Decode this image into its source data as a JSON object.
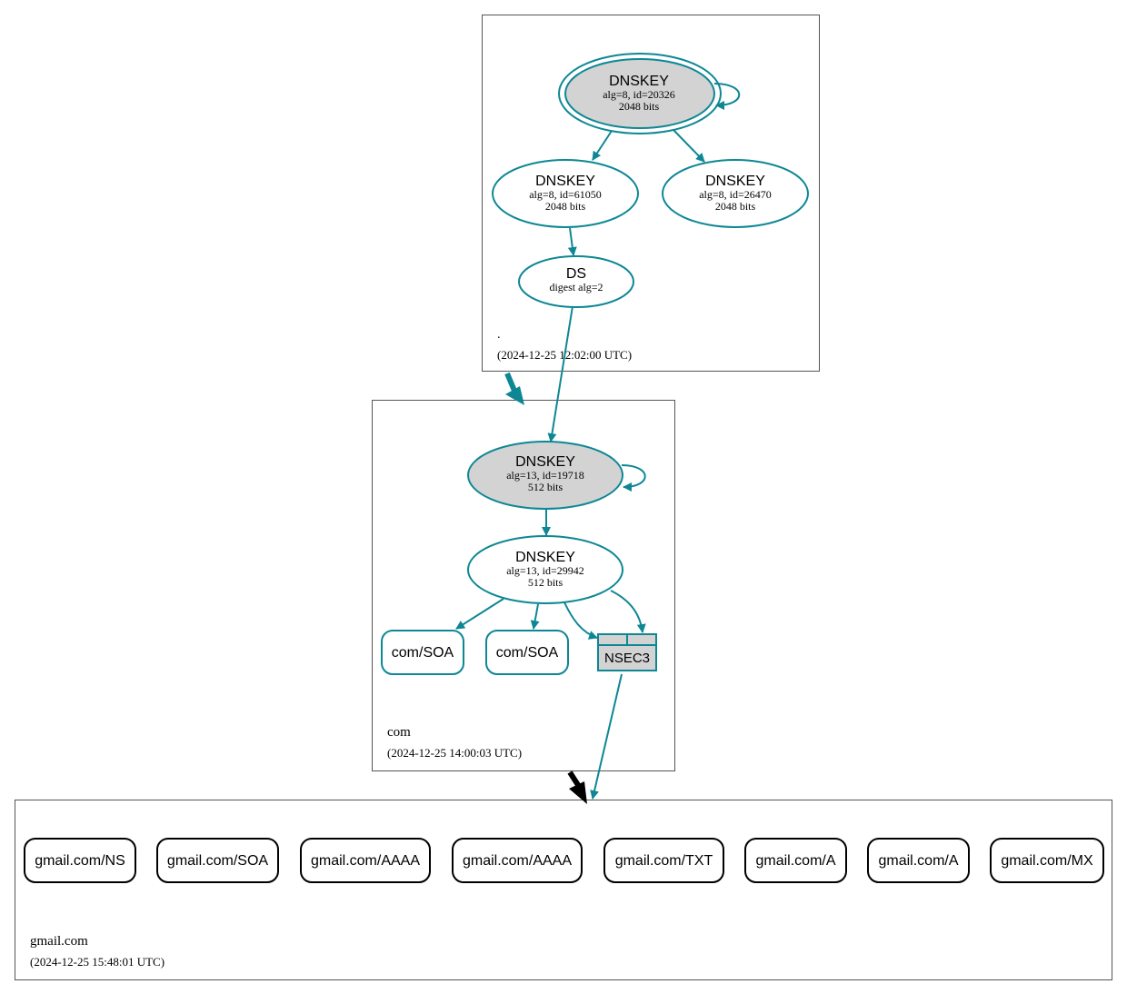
{
  "colors": {
    "teal": "#0e8795",
    "gray_fill": "#d3d3d3",
    "black": "#000000",
    "zone_border": "#555555"
  },
  "zones": {
    "root": {
      "name": ".",
      "timestamp": "(2024-12-25 12:02:00 UTC)"
    },
    "com": {
      "name": "com",
      "timestamp": "(2024-12-25 14:00:03 UTC)"
    },
    "gmail": {
      "name": "gmail.com",
      "timestamp": "(2024-12-25 15:48:01 UTC)"
    }
  },
  "nodes": {
    "root_ksk": {
      "title": "DNSKEY",
      "line1": "alg=8, id=20326",
      "line2": "2048 bits"
    },
    "root_zsk1": {
      "title": "DNSKEY",
      "line1": "alg=8, id=61050",
      "line2": "2048 bits"
    },
    "root_zsk2": {
      "title": "DNSKEY",
      "line1": "alg=8, id=26470",
      "line2": "2048 bits"
    },
    "ds": {
      "title": "DS",
      "line1": "digest alg=2"
    },
    "com_ksk": {
      "title": "DNSKEY",
      "line1": "alg=13, id=19718",
      "line2": "512 bits"
    },
    "com_zsk": {
      "title": "DNSKEY",
      "line1": "alg=13, id=29942",
      "line2": "512 bits"
    },
    "com_soa1": {
      "label": "com/SOA"
    },
    "com_soa2": {
      "label": "com/SOA"
    },
    "nsec3": {
      "label": "NSEC3"
    }
  },
  "gmail_records": [
    "gmail.com/NS",
    "gmail.com/SOA",
    "gmail.com/AAAA",
    "gmail.com/AAAA",
    "gmail.com/TXT",
    "gmail.com/A",
    "gmail.com/A",
    "gmail.com/MX"
  ]
}
